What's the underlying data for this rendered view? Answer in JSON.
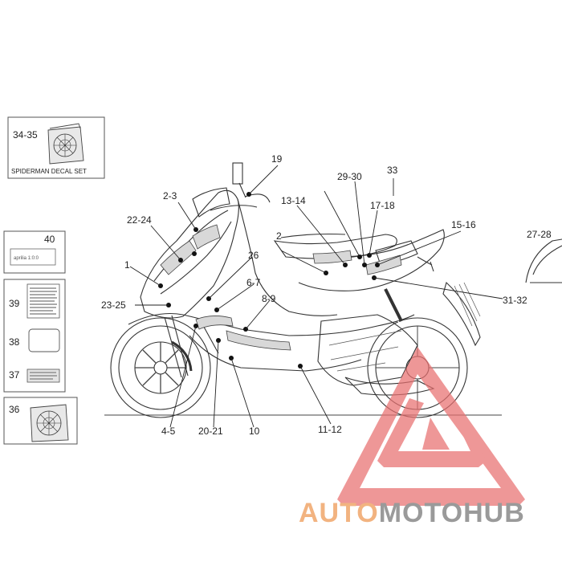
{
  "callouts": {
    "c_34_35": "34-35",
    "c_19": "19",
    "c_2_3": "2-3",
    "c_13_14": "13-14",
    "c_29_30": "29-30",
    "c_33": "33",
    "c_17_18": "17-18",
    "c_22_24": "22-24",
    "c_15_16": "15-16",
    "c_27_28": "27-28",
    "c_40": "40",
    "c_1": "1",
    "c_26": "26",
    "c_6_7": "6-7",
    "c_8_9": "8-9",
    "c_23_25": "23-25",
    "c_31_32": "31-32",
    "c_39": "39",
    "c_38": "38",
    "c_37": "37",
    "c_36": "36",
    "c_4_5": "4-5",
    "c_20_21": "20-21",
    "c_10": "10",
    "c_11_12": "11-12",
    "c_2_partial": "2"
  },
  "panel_caption": "SPIDERMAN DECAL SET",
  "decal_40_text": "aprilia 1:0:0",
  "watermark": {
    "part1": "AUTO",
    "part2": "MOTO",
    "part3": "HUB",
    "color_orange": "#f2b380",
    "color_grey": "#9a9a9a",
    "color_red": "#e87070"
  }
}
